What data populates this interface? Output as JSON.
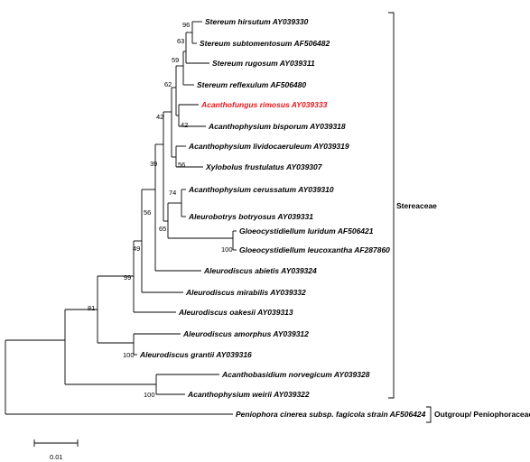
{
  "taxa": [
    {
      "id": "t1",
      "label": "Stereum hirsutum AY039330",
      "color": "#000000"
    },
    {
      "id": "t2",
      "label": "Stereum subtomentosum AF506482",
      "color": "#000000"
    },
    {
      "id": "t3",
      "label": "Stereum rugosum AY039311",
      "color": "#000000"
    },
    {
      "id": "t4",
      "label": "Stereum reflexulum AF506480",
      "color": "#000000"
    },
    {
      "id": "t5",
      "label": "Acanthofungus rimosus AY039333",
      "color": "#e8141a"
    },
    {
      "id": "t6",
      "label": "Acanthophysium bisporum AY039318",
      "color": "#000000"
    },
    {
      "id": "t7",
      "label": "Acanthophysium lividocaeruleum AY039319",
      "color": "#000000"
    },
    {
      "id": "t8",
      "label": "Xylobolus frustulatus AY039307",
      "color": "#000000"
    },
    {
      "id": "t9",
      "label": "Acanthophysium cerussatum AY039310",
      "color": "#000000"
    },
    {
      "id": "t10",
      "label": "Aleurobotrys botryosus AY039331",
      "color": "#000000"
    },
    {
      "id": "t11",
      "label": "Gloeocystidiellum luridum AF506421",
      "color": "#000000"
    },
    {
      "id": "t12",
      "label": "Gloeocystidiellum leucoxantha AF287860",
      "color": "#000000"
    },
    {
      "id": "t13",
      "label": "Aleurodiscus abietis AY039324",
      "color": "#000000"
    },
    {
      "id": "t14",
      "label": "Aleurodiscus mirabilis AY039332",
      "color": "#000000"
    },
    {
      "id": "t15",
      "label": "Aleurodiscus oakesii AY039313",
      "color": "#000000"
    },
    {
      "id": "t16",
      "label": "Aleurodiscus amorphus AY039312",
      "color": "#000000"
    },
    {
      "id": "t17",
      "label": "Aleurodiscus grantii AY039316",
      "color": "#000000"
    },
    {
      "id": "t18",
      "label": "Acanthobasidium norvegicum AY039328",
      "color": "#000000"
    },
    {
      "id": "t19",
      "label": "Acanthophysium weirii AY039322",
      "color": "#000000"
    },
    {
      "id": "t20",
      "label": "Peniophora cinerea subsp. fagicola strain AF506424",
      "color": "#000000"
    }
  ],
  "bootstrap": {
    "n96": "96",
    "n63": "63",
    "n59": "59",
    "n62": "62",
    "n42a": "42",
    "n42b": "42",
    "n56a": "56",
    "n39": "39",
    "n74": "74",
    "n65": "65",
    "n100a": "100",
    "n56b": "56",
    "n49": "49",
    "n99": "99",
    "n81": "81",
    "n100b": "100",
    "n100c": "100"
  },
  "clades": {
    "ingroup": "Stereaceae",
    "outgroup": "Outgroup/ Peniophoraceae"
  },
  "scale_bar": {
    "label": "0.01"
  }
}
